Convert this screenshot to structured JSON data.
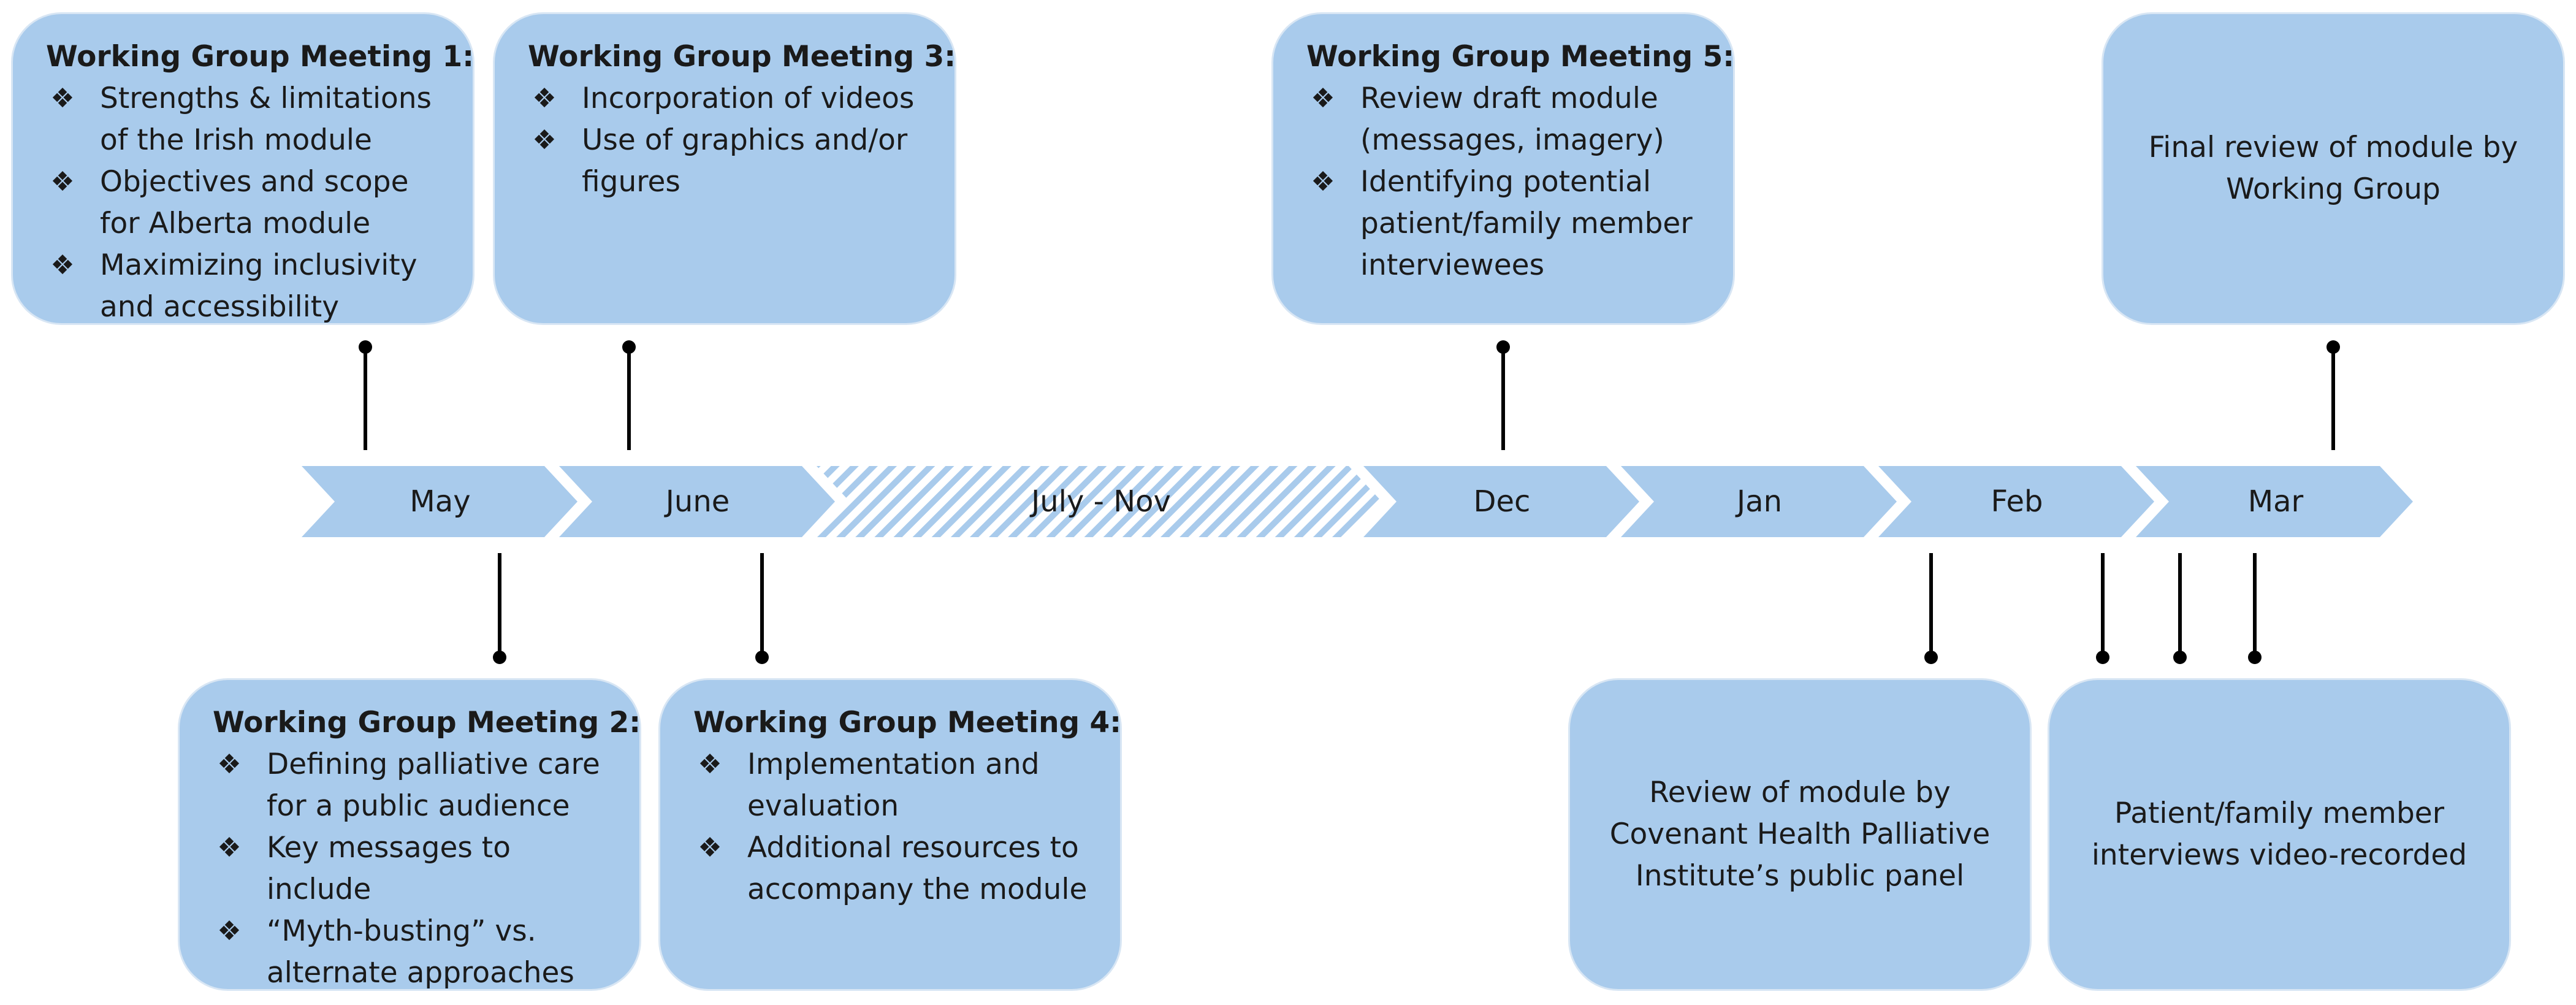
{
  "months": [
    "May",
    "June",
    "July - Nov",
    "Dec",
    "Jan",
    "Feb",
    "Mar"
  ],
  "boxes": {
    "meeting1": {
      "title": "Working Group Meeting 1:",
      "items": [
        [
          "Strengths & limitations",
          "of the Irish module"
        ],
        [
          "Objectives and scope",
          "for Alberta module"
        ],
        [
          "Maximizing inclusivity",
          "and accessibility"
        ]
      ]
    },
    "meeting2": {
      "title": "Working Group Meeting 2:",
      "items": [
        [
          "Defining palliative care",
          "for a public audience"
        ],
        [
          "Key messages to",
          "include"
        ],
        [
          "“Myth-busting” vs.",
          "alternate approaches"
        ]
      ]
    },
    "meeting3": {
      "title": "Working Group Meeting 3:",
      "items": [
        [
          "Incorporation of videos"
        ],
        [
          "Use of graphics and/or",
          "figures"
        ]
      ]
    },
    "meeting4": {
      "title": "Working Group Meeting 4:",
      "items": [
        [
          "Implementation and",
          "evaluation"
        ],
        [
          "Additional resources to",
          "accompany the module"
        ]
      ]
    },
    "meeting5": {
      "title": "Working Group Meeting 5:",
      "items": [
        [
          "Review draft module",
          "(messages, imagery)"
        ],
        [
          "Identifying potential",
          "patient/family member",
          "interviewees"
        ]
      ]
    },
    "final_review": {
      "lines": [
        "Final review of module by",
        "Working Group"
      ]
    },
    "public_panel_review": {
      "lines": [
        "Review of module by",
        "Covenant Health Palliative",
        "Institute’s public panel"
      ]
    },
    "interviews": {
      "lines": [
        "Patient/family member",
        "interviews video-recorded"
      ]
    }
  },
  "colors": {
    "box_fill": "#a9cbec",
    "box_border": "#d8e6f4",
    "chevron_fill": "#a9cbec",
    "hatch_stripe": "#a9cbec",
    "connector": "#000000"
  },
  "icons": {
    "bullet": "❖"
  }
}
